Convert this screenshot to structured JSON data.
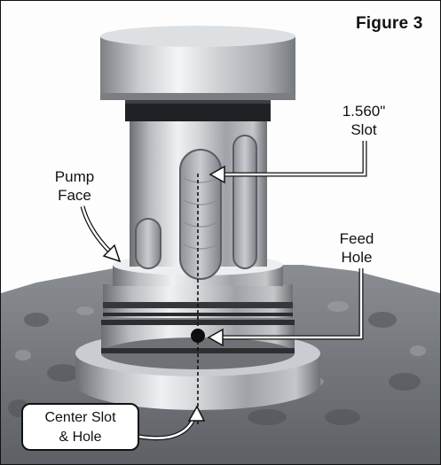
{
  "figure": {
    "label": "Figure 3"
  },
  "callouts": {
    "slot": [
      "1.560\"",
      "Slot"
    ],
    "pump_face": [
      "Pump",
      "Face"
    ],
    "feed_hole": [
      "Feed",
      "Hole"
    ],
    "center": [
      "Center Slot",
      "& Hole"
    ]
  },
  "colors": {
    "background": "#fdfdfd",
    "metal_light": "#e6e8ea",
    "metal_mid": "#a9acb0",
    "metal_dark": "#55585c",
    "casting": "#6f7378",
    "arrow": "#ffffff",
    "arrow_outline": "#111111"
  }
}
